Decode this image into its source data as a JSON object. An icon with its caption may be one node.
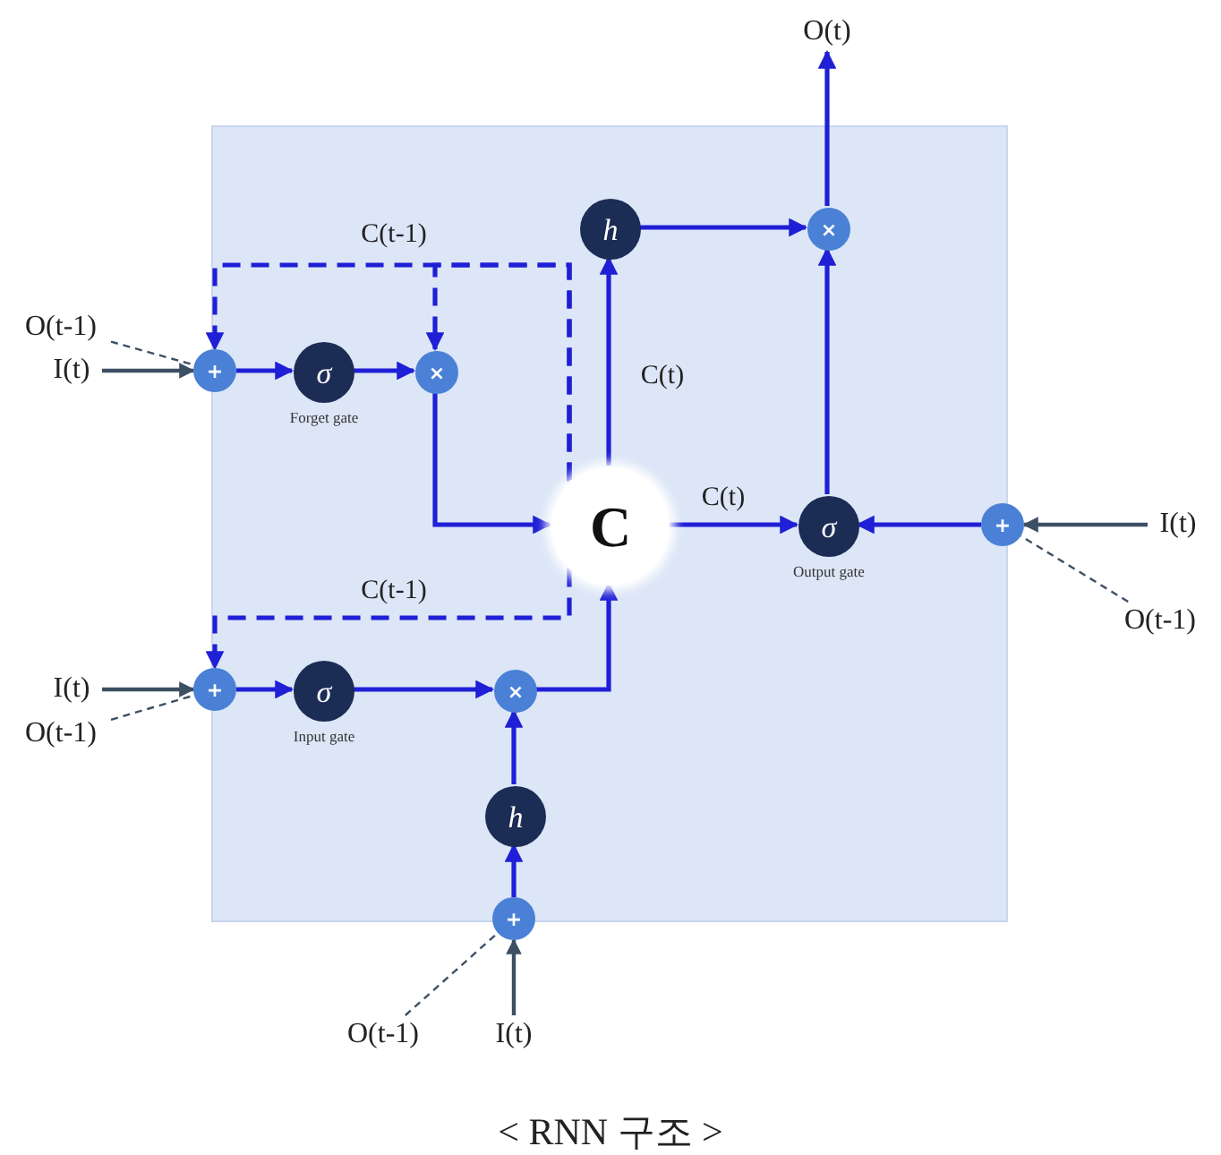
{
  "diagram": {
    "caption": "< RNN 구조 >",
    "nodes": [
      {
        "text": [],
        "shape": "box"
      },
      {
        "text": [
          "O(t)"
        ]
      },
      {
        "text": [
          "O(t-1)"
        ]
      },
      {
        "text": [
          "I(t)"
        ]
      },
      {
        "text": [
          "+"
        ]
      },
      {
        "text": [
          "σ"
        ],
        "beside": [
          "Forget gate"
        ],
        "in": 0
      },
      {
        "text": [
          "×"
        ],
        "in": 0
      },
      {
        "text": [
          "h"
        ],
        "in": 0
      },
      {
        "text": [
          "×"
        ],
        "in": 0
      },
      {
        "text": [
          "C"
        ],
        "in": 0
      },
      {
        "text": [
          "σ"
        ],
        "beside": [
          "Output gate"
        ],
        "in": 0
      },
      {
        "text": [
          "+"
        ]
      },
      {
        "text": [
          "I(t)"
        ]
      },
      {
        "text": [
          "O(t-1)"
        ]
      },
      {
        "text": [
          "I(t)"
        ]
      },
      {
        "text": [
          "O(t-1)"
        ]
      },
      {
        "text": [
          "+"
        ]
      },
      {
        "text": [
          "σ"
        ],
        "beside": [
          "Input gate"
        ],
        "in": 0
      },
      {
        "text": [
          "×"
        ],
        "in": 0
      },
      {
        "text": [
          "h"
        ],
        "in": 0
      },
      {
        "text": [
          "+"
        ]
      },
      {
        "text": [
          "O(t-1)"
        ]
      },
      {
        "text": [
          "I(t)"
        ]
      }
    ],
    "edges": [
      {
        "from": 3,
        "to": 4,
        "arrow": "to",
        "color": "#3d4f63"
      },
      {
        "from": 2,
        "to": 4,
        "arrow": "none",
        "style": "dashed",
        "color": "#3d4f63"
      },
      {
        "from": 4,
        "to": 5,
        "arrow": "to"
      },
      {
        "from": 5,
        "to": 6,
        "arrow": "to"
      },
      {
        "from": 9,
        "to": 4,
        "arrow": "to",
        "style": "dashed",
        "label": "C(t-1)"
      },
      {
        "from": 9,
        "to": 6,
        "arrow": "to",
        "style": "dashed"
      },
      {
        "from": 6,
        "to": 9,
        "arrow": "to"
      },
      {
        "from": 9,
        "to": 7,
        "arrow": "to",
        "label": "C(t)"
      },
      {
        "from": 7,
        "to": 8,
        "arrow": "to"
      },
      {
        "from": 9,
        "to": 10,
        "arrow": "to",
        "label": "C(t)"
      },
      {
        "from": 11,
        "to": 10,
        "arrow": "to"
      },
      {
        "from": 12,
        "to": 11,
        "arrow": "to",
        "color": "#3d4f63"
      },
      {
        "from": 13,
        "to": 11,
        "arrow": "none",
        "style": "dashed",
        "color": "#3d4f63"
      },
      {
        "from": 10,
        "to": 8,
        "arrow": "to"
      },
      {
        "from": 8,
        "to": 1,
        "arrow": "to"
      },
      {
        "from": 14,
        "to": 16,
        "arrow": "to",
        "color": "#3d4f63"
      },
      {
        "from": 15,
        "to": 16,
        "arrow": "none",
        "style": "dashed",
        "color": "#3d4f63"
      },
      {
        "from": 9,
        "to": 16,
        "arrow": "to",
        "style": "dashed",
        "label": "C(t-1)"
      },
      {
        "from": 16,
        "to": 17,
        "arrow": "to"
      },
      {
        "from": 17,
        "to": 18,
        "arrow": "to"
      },
      {
        "from": 18,
        "to": 9,
        "arrow": "to"
      },
      {
        "from": 19,
        "to": 18,
        "arrow": "to"
      },
      {
        "from": 20,
        "to": 19,
        "arrow": "to"
      },
      {
        "from": 22,
        "to": 20,
        "arrow": "to",
        "color": "#3d4f63"
      },
      {
        "from": 21,
        "to": 20,
        "arrow": "none",
        "style": "dashed",
        "color": "#3d4f63"
      }
    ]
  }
}
